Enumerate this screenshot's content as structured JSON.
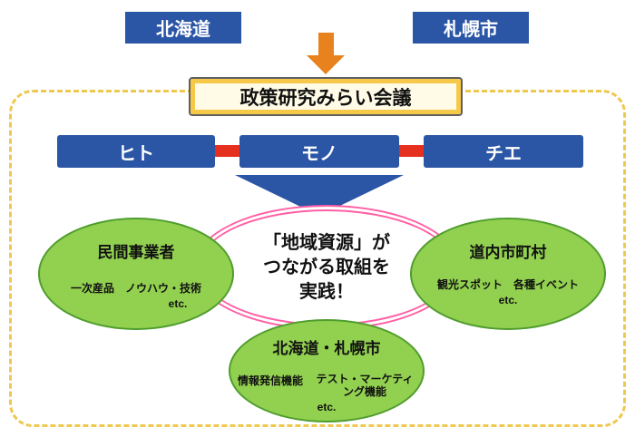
{
  "header": {
    "left_box": "北海道",
    "right_box": "札幌市"
  },
  "council": {
    "label": "政策研究みらい会議"
  },
  "pillars": [
    {
      "label": "ヒト"
    },
    {
      "label": "モノ"
    },
    {
      "label": "チエ"
    }
  ],
  "center": {
    "line1": "「地域資源」が",
    "line2": "つながる取組を",
    "line3": "実践！"
  },
  "groups": {
    "left": {
      "title": "民間事業者",
      "items": [
        "一次産品",
        "ノウハウ・技術"
      ],
      "etc": "etc."
    },
    "right": {
      "title": "道内市町村",
      "items": [
        "観光スポット",
        "各種イベント"
      ],
      "etc": "etc."
    },
    "bottom": {
      "title": "北海道・札幌市",
      "items": [
        "情報発信機能",
        "テスト・マーケティング機能"
      ],
      "etc": "etc."
    }
  },
  "colors": {
    "blue": "#2b55a5",
    "orange": "#e8821e",
    "red": "#e53020",
    "council_yellow": "#f7c948",
    "dashed_border": "#efc84f",
    "green_fill": "#92d050",
    "green_border": "#4f9d2d",
    "pink": "#ff5fa5"
  }
}
